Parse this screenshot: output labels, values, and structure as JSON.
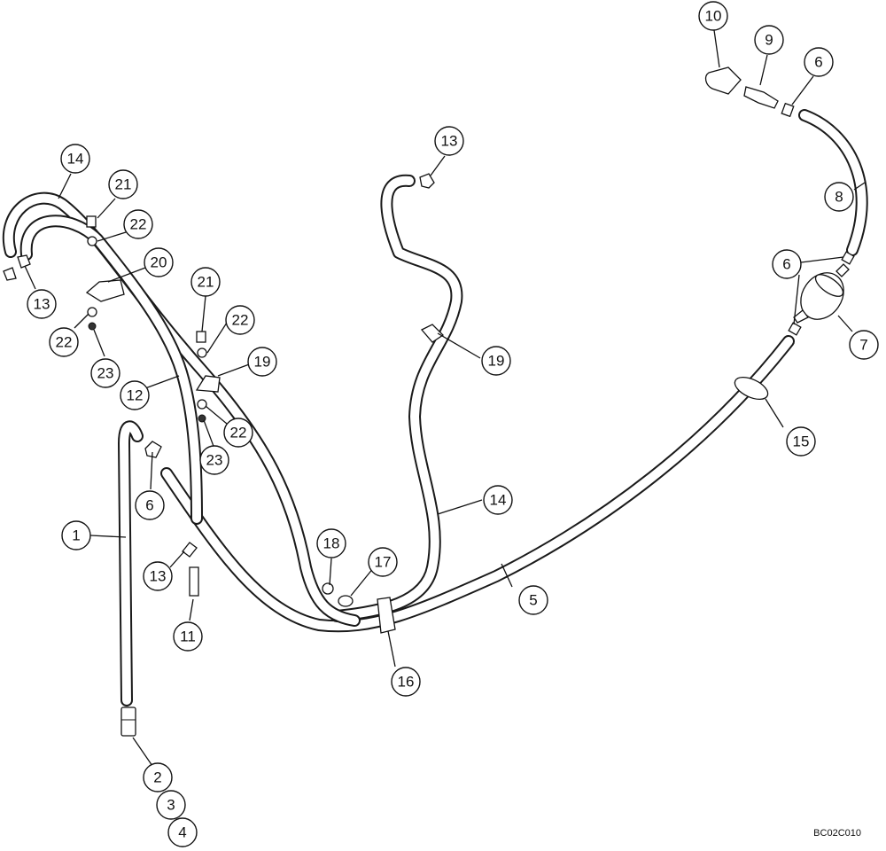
{
  "drawing_code": "BC02C010",
  "callouts": [
    {
      "label": "10"
    },
    {
      "label": "9"
    },
    {
      "label": "6"
    },
    {
      "label": "13"
    },
    {
      "label": "14"
    },
    {
      "label": "21"
    },
    {
      "label": "22"
    },
    {
      "label": "8"
    },
    {
      "label": "20"
    },
    {
      "label": "13"
    },
    {
      "label": "21"
    },
    {
      "label": "22"
    },
    {
      "label": "6"
    },
    {
      "label": "7"
    },
    {
      "label": "22"
    },
    {
      "label": "23"
    },
    {
      "label": "19"
    },
    {
      "label": "19"
    },
    {
      "label": "12"
    },
    {
      "label": "15"
    },
    {
      "label": "22"
    },
    {
      "label": "23"
    },
    {
      "label": "6"
    },
    {
      "label": "14"
    },
    {
      "label": "1"
    },
    {
      "label": "18"
    },
    {
      "label": "17"
    },
    {
      "label": "13"
    },
    {
      "label": "5"
    },
    {
      "label": "11"
    },
    {
      "label": "16"
    },
    {
      "label": "2"
    },
    {
      "label": "3"
    },
    {
      "label": "4"
    }
  ]
}
